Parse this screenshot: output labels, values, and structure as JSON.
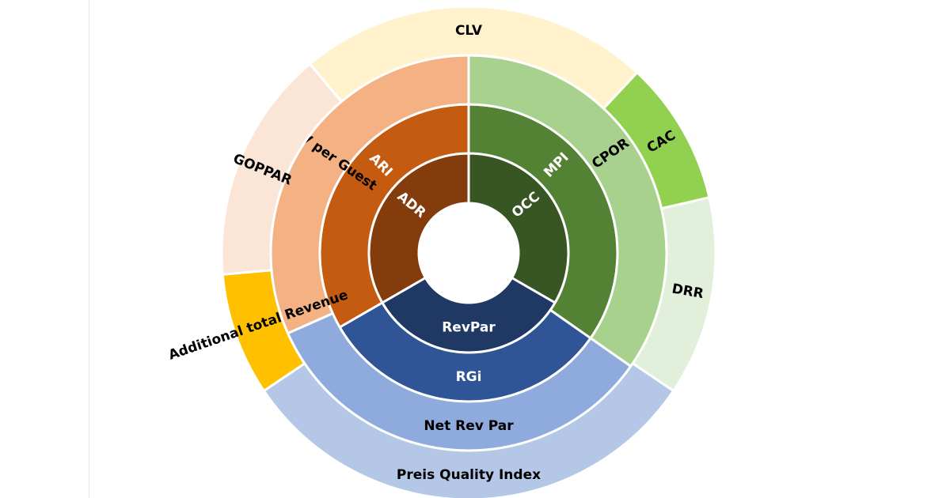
{
  "rings": [
    {
      "segments": [
        {
          "label": "ADR",
          "color": "#843C0C",
          "text_color": "#ffffff"
        },
        {
          "label": "OCC",
          "color": "#375623",
          "text_color": "#ffffff"
        },
        {
          "label": "RevPar",
          "color": "#1F3864",
          "text_color": "#ffffff"
        }
      ]
    },
    {
      "segments": [
        {
          "label": "ARI",
          "color": "#C55A11",
          "text_color": "#ffffff"
        },
        {
          "label": "MPI",
          "color": "#548235",
          "text_color": "#ffffff"
        },
        {
          "label": "RGi",
          "color": "#2F5597",
          "text_color": "#ffffff"
        }
      ]
    },
    {
      "segments": [
        {
          "label": "TREV per Guest",
          "color": "#F4B183",
          "text_color": "#000000"
        },
        {
          "label": "CPOR",
          "color": "#A9D18E",
          "text_color": "#000000"
        },
        {
          "label": "Net Rev Par",
          "color": "#8FAADC",
          "text_color": "#000000"
        }
      ]
    },
    {
      "segments": [
        {
          "label": "CLV",
          "color": "#FFF2CC",
          "text_color": "#000000"
        },
        {
          "label": "CAC",
          "color": "#92D050",
          "text_color": "#000000"
        },
        {
          "label": "DRR",
          "color": "#E2EFDA",
          "text_color": "#000000"
        },
        {
          "label": "Preis Quality Index",
          "color": "#B4C7E7",
          "text_color": "#000000"
        },
        {
          "label": "Additional total  Revenue",
          "color": "#FFC000",
          "text_color": "#000000"
        },
        {
          "label": "GOPPAR",
          "color": "#FBE5D6",
          "text_color": "#000000"
        }
      ]
    }
  ]
}
